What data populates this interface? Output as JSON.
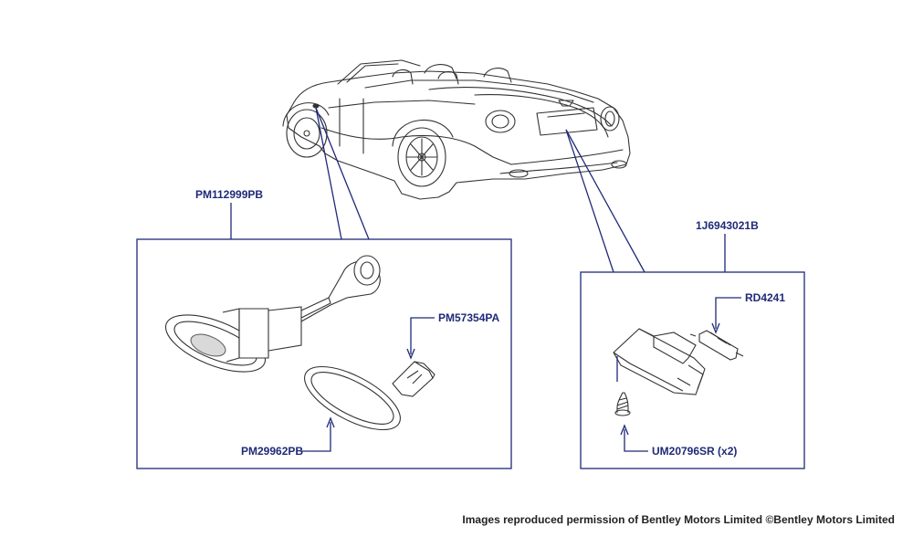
{
  "colors": {
    "label": "#1e2a78",
    "callout_line": "#1e2a78",
    "drawing_line": "#333333",
    "credit_text": "#222222"
  },
  "diagram": {
    "parts": {
      "side_repeater_assembly": "PM112999PB",
      "side_repeater_bulb": "PM57354PA",
      "side_repeater_gasket": "PM29962PB",
      "number_plate_lamp_assembly": "1J6943021B",
      "number_plate_bulb": "RD4241",
      "number_plate_screw": "UM20796SR (x2)"
    },
    "icons": {
      "car": "convertible-car-rear-three-quarter-icon",
      "side_repeater": "side-repeater-lamp-icon",
      "bulb_small": "wedge-bulb-icon",
      "gasket": "oval-gasket-icon",
      "plate_lamp": "number-plate-lamp-icon",
      "festoon_bulb": "festoon-bulb-icon",
      "screw": "screw-icon"
    }
  },
  "footer": {
    "credit": "Images reproduced permission of Bentley Motors Limited ©Bentley Motors Limited"
  }
}
